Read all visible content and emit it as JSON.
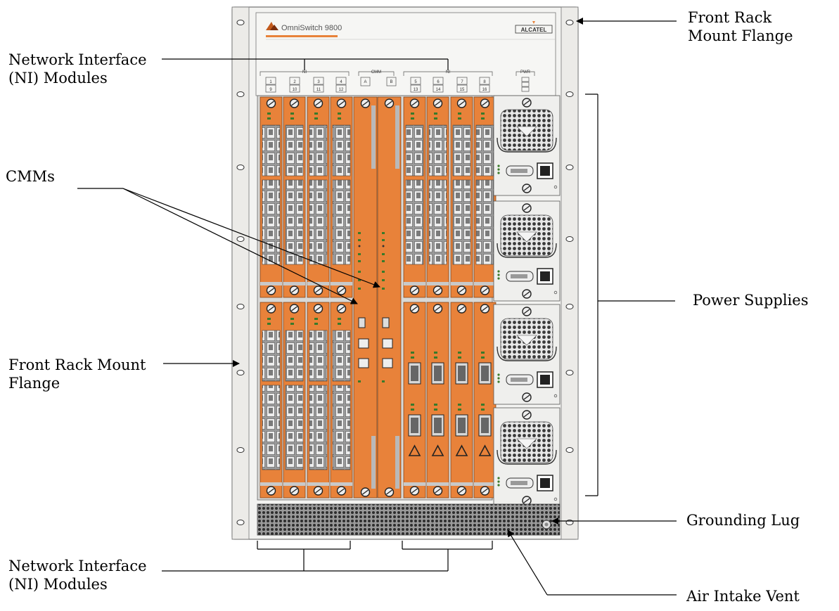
{
  "device": {
    "model_label": "OmniSwitch 9800",
    "brand_logo_text": "ALCATEL",
    "cmm_bracket_label": "CMM",
    "ni_bracket_label": "NI",
    "pwr_label": "PWR",
    "cmm_slots": [
      "A",
      "B"
    ],
    "ni_slots_left_top": [
      "1",
      "2",
      "3",
      "4"
    ],
    "ni_slots_left_bottom": [
      "9",
      "10",
      "11",
      "12"
    ],
    "ni_slots_right_top": [
      "5",
      "6",
      "7",
      "8"
    ],
    "ni_slots_right_bottom": [
      "13",
      "14",
      "15",
      "16"
    ],
    "accent_color": "#e8823a",
    "chassis_color": "#f2f2f0"
  },
  "callouts": {
    "front_rack_mount_flange_right": "Front Rack Mount Flange",
    "network_interface_top": "Network Interface (NI) Modules",
    "cmms": "CMMs",
    "power_supplies": "Power Supplies",
    "front_rack_mount_flange_left": "Front Rack Mount Flange",
    "grounding_lug": "Grounding Lug",
    "network_interface_bottom": "Network Interface (NI) Modules",
    "air_intake_vent": "Air Intake Vent"
  }
}
